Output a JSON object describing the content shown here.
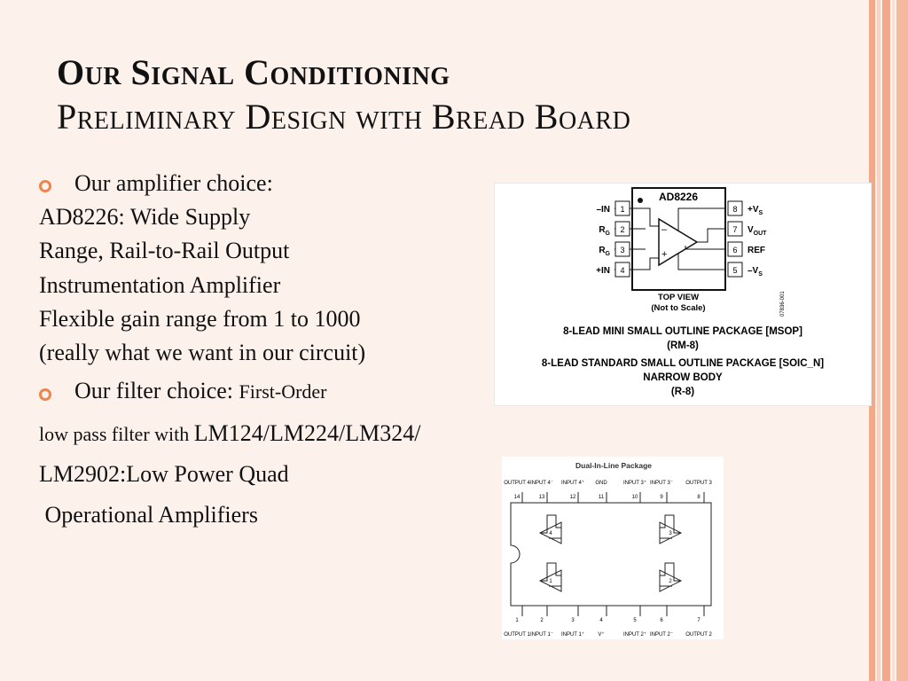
{
  "title": {
    "line1": "Our Signal Conditioning",
    "line2": "Preliminary Design with Bread Board"
  },
  "body": {
    "bullet1": "Our amplifier choice:",
    "line2": "AD8226:  Wide Supply",
    "line3": "Range, Rail-to-Rail Output",
    "line4": "Instrumentation Amplifier",
    "line5": "Flexible gain range from 1 to 1000",
    "line6": "(really what we want in our circuit)",
    "bullet2_main": "Our filter choice: ",
    "bullet2_small": "First-Order",
    "line8_small": "low pass filter with ",
    "line8_main": "LM124/LM224/LM324/",
    "line9": "LM2902:Low Power Quad",
    "line10": " Operational Amplifiers"
  },
  "figure_ad8226": {
    "chip_name": "AD8226",
    "left_pins": [
      {
        "num": "1",
        "label": "–IN"
      },
      {
        "num": "2",
        "label": "RG"
      },
      {
        "num": "3",
        "label": "RG"
      },
      {
        "num": "4",
        "label": "+IN"
      }
    ],
    "right_pins": [
      {
        "num": "8",
        "label": "+VS"
      },
      {
        "num": "7",
        "label": "VOUT"
      },
      {
        "num": "6",
        "label": "REF"
      },
      {
        "num": "5",
        "label": "–VS"
      }
    ],
    "top_view": "TOP VIEW",
    "not_to_scale": "(Not to Scale)",
    "side_code": "07836-001",
    "caption1": "8-LEAD MINI SMALL OUTLINE PACKAGE [MSOP]",
    "caption2": "(RM-8)",
    "caption3": "8-LEAD STANDARD SMALL OUTLINE PACKAGE [SOIC_N]",
    "caption4": "NARROW BODY",
    "caption5": "(R-8)"
  },
  "figure_lm324": {
    "title": "Dual-In-Line Package",
    "top_labels": [
      "OUTPUT 4",
      "INPUT 4⁻",
      "INPUT 4⁺",
      "GND",
      "INPUT 3⁺",
      "INPUT 3⁻",
      "OUTPUT 3"
    ],
    "top_pins": [
      "14",
      "13",
      "12",
      "11",
      "10",
      "9",
      "8"
    ],
    "bottom_pins": [
      "1",
      "2",
      "3",
      "4",
      "5",
      "6",
      "7"
    ],
    "bottom_labels": [
      "OUTPUT 1",
      "INPUT 1⁻",
      "INPUT 1⁺",
      "V⁺",
      "INPUT 2⁺",
      "INPUT 2⁻",
      "OUTPUT 2"
    ],
    "amp_labels": [
      "4",
      "3",
      "1",
      "2"
    ]
  },
  "colors": {
    "background": "#fdf1ec",
    "bullet": "#f0844d",
    "stripe_dark": "#f2a98a",
    "stripe_light": "#f9d3c2"
  }
}
